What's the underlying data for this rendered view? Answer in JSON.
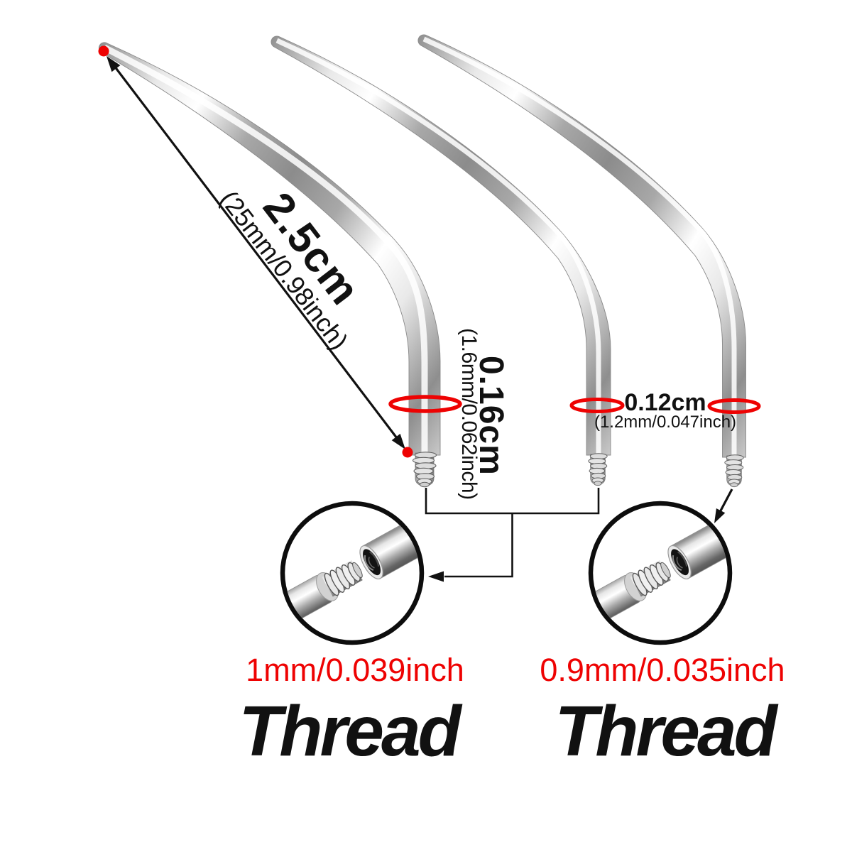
{
  "colors": {
    "accent_red": "#ee0202",
    "ink": "#111111",
    "metal_light": "#f5f5f5",
    "metal_dark": "#8a8a8a"
  },
  "dimensions": {
    "length": {
      "primary": "2.5cm",
      "secondary": "(25mm/0.98inch)"
    },
    "diameter_large": {
      "primary": "0.16cm",
      "secondary": "(1.6mm/0.062inch)"
    },
    "diameter_small": {
      "primary": "0.12cm",
      "secondary": "(1.2mm/0.047inch)"
    }
  },
  "thread_specs": [
    {
      "size": "1mm/0.039inch",
      "label": "Thread"
    },
    {
      "size": "0.9mm/0.035inch",
      "label": "Thread"
    }
  ]
}
